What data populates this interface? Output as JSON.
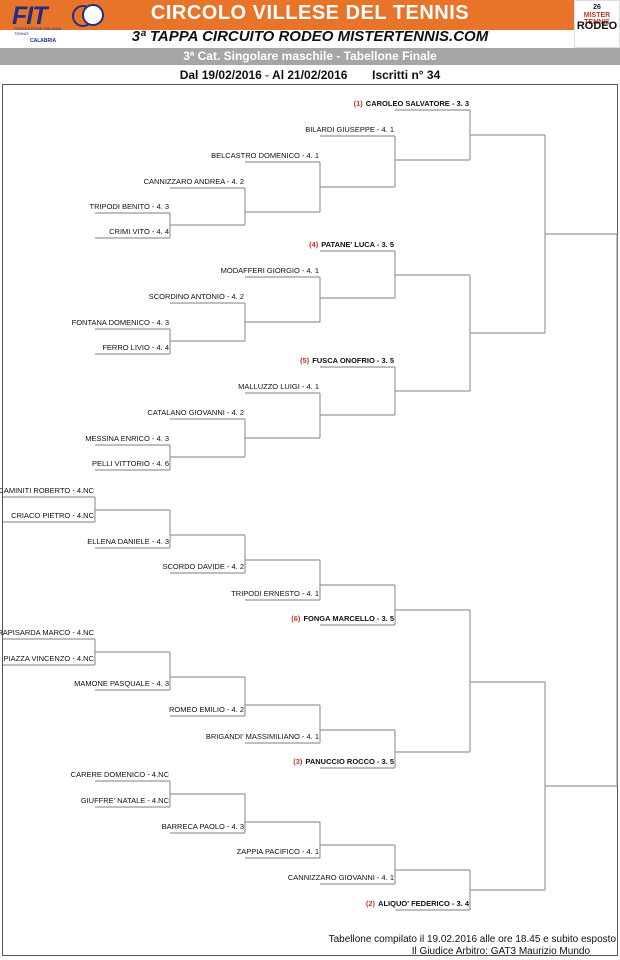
{
  "header": {
    "title": "CIRCOLO VILLESE DEL TENNIS",
    "subtitle": "3ª TAPPA CIRCUITO RODEO MISTERTENNIS.COM",
    "category": "3ª Cat. Singolare maschile - Tabellone Finale",
    "date_from": "Dal 19/02/2016",
    "date_sep": "-",
    "date_to": "Al 21/02/2016",
    "entrants": "Iscritti n° 34"
  },
  "logos": {
    "fit_text": "FIT",
    "fit_federation": "FEDERAZIONE ITALIANA TENNIS",
    "fit_region": "CALABRIA",
    "rodeo_line1": "26",
    "rodeo_line2": "MISTER TENNIS",
    "rodeo_line3": "RODEO"
  },
  "colors": {
    "header_orange": "#e8742a",
    "category_gray": "#a6a6a6",
    "seed_red": "#c0392b",
    "bracket_line": "#999999"
  },
  "players": [
    {
      "seed": "(1)",
      "name": "CAROLEO SALVATORE - 3. 3"
    },
    {
      "seed": "",
      "name": "BILARDI GIUSEPPE - 4. 1"
    },
    {
      "seed": "",
      "name": "BELCASTRO DOMENICO - 4. 1"
    },
    {
      "seed": "",
      "name": "CANNIZZARO ANDREA - 4. 2"
    },
    {
      "seed": "",
      "name": "TRIPODI BENITO - 4. 3"
    },
    {
      "seed": "",
      "name": "CRIMI VITO - 4. 4"
    },
    {
      "seed": "(4)",
      "name": "PATANE' LUCA - 3. 5"
    },
    {
      "seed": "",
      "name": "MODAFFERI GIORGIO - 4. 1"
    },
    {
      "seed": "",
      "name": "SCORDINO ANTONIO - 4. 2"
    },
    {
      "seed": "",
      "name": "FONTANA DOMENICO - 4. 3"
    },
    {
      "seed": "",
      "name": "FERRO LIVIO - 4. 4"
    },
    {
      "seed": "(5)",
      "name": "FUSCA ONOFRIO - 3. 5"
    },
    {
      "seed": "",
      "name": "MALLUZZO LUIGI - 4. 1"
    },
    {
      "seed": "",
      "name": "CATALANO GIOVANNI - 4. 2"
    },
    {
      "seed": "",
      "name": "MESSINA ENRICO - 4. 3"
    },
    {
      "seed": "",
      "name": "PELLI VITTORIO - 4. 6"
    },
    {
      "seed": "",
      "name": "CAMINITI ROBERTO - 4.NC"
    },
    {
      "seed": "",
      "name": "CRIACO PIETRO - 4.NC"
    },
    {
      "seed": "",
      "name": "ELLENA DANIELE - 4. 3"
    },
    {
      "seed": "",
      "name": "SCORDO DAVIDE - 4. 2"
    },
    {
      "seed": "",
      "name": "TRIPODI ERNESTO - 4. 1"
    },
    {
      "seed": "(6)",
      "name": "FONGA MARCELLO - 3. 5"
    },
    {
      "seed": "",
      "name": "RAPISARDA MARCO - 4.NC"
    },
    {
      "seed": "",
      "name": "PIAZZA VINCENZO - 4.NC"
    },
    {
      "seed": "",
      "name": "MAMONE PASQUALE - 4. 3"
    },
    {
      "seed": "",
      "name": "ROMEO EMILIO - 4. 2"
    },
    {
      "seed": "",
      "name": "BRIGANDI' MASSIMILIANO - 4. 1"
    },
    {
      "seed": "(3)",
      "name": "PANUCCIO ROCCO - 3. 5"
    },
    {
      "seed": "",
      "name": "CARERE DOMENICO - 4.NC"
    },
    {
      "seed": "",
      "name": "GIUFFRE' NATALE - 4.NC"
    },
    {
      "seed": "",
      "name": "BARRECA PAOLO - 4. 3"
    },
    {
      "seed": "",
      "name": "ZAPPIA PACIFICO - 4. 1"
    },
    {
      "seed": "",
      "name": "CANNIZZARO GIOVANNI - 4. 1"
    },
    {
      "seed": "(2)",
      "name": "ALIQUO' FEDERICO - 3. 4"
    }
  ],
  "footer": {
    "line1": "Tabellone compilato il 19.02.2016 alle ore 18.45 e subito esposto",
    "line2": "Il Giudice Arbitro: GAT3 Maurizio Mundo"
  }
}
